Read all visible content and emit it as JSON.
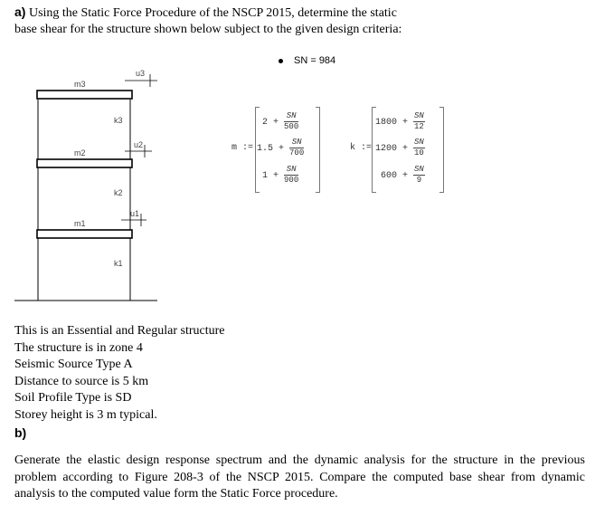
{
  "question_a": {
    "label": "a)",
    "text": " Using the Static Force Procedure of the NSCP 2015, determine the static base shear for the structure shown below subject to the given design criteria:"
  },
  "sn": {
    "text": "SN = 984"
  },
  "frame": {
    "masses": [
      "m3",
      "m2",
      "m1"
    ],
    "stiffness": [
      "k3",
      "k2",
      "k1"
    ],
    "displacements": [
      "u3",
      "u2",
      "u1"
    ]
  },
  "mass_matrix": {
    "label": "m :=",
    "rows": [
      {
        "base": "2 +",
        "num": "SN",
        "den": "500"
      },
      {
        "base": "1.5 +",
        "num": "SN",
        "den": "700"
      },
      {
        "base": "1 +",
        "num": "SN",
        "den": "900"
      }
    ]
  },
  "stiffness_matrix": {
    "label": "k :=",
    "rows": [
      {
        "base": "1800 +",
        "num": "SN",
        "den": "12"
      },
      {
        "base": "1200 +",
        "num": "SN",
        "den": "10"
      },
      {
        "base": "600 +",
        "num": "SN",
        "den": "9"
      }
    ]
  },
  "criteria": [
    "This is an Essential and Regular structure",
    "The structure is in zone 4",
    "Seismic Source Type A",
    "Distance to source is 5 km",
    "Soil Profile Type is SD",
    "Storey height is 3 m typical."
  ],
  "question_b": {
    "label": "b)",
    "text": "Generate the elastic design response spectrum and the dynamic analysis for the structure in the previous problem according to Figure 208-3 of the NSCP 2015. Compare the computed base shear from dynamic analysis to the computed value form the Static Force procedure."
  }
}
